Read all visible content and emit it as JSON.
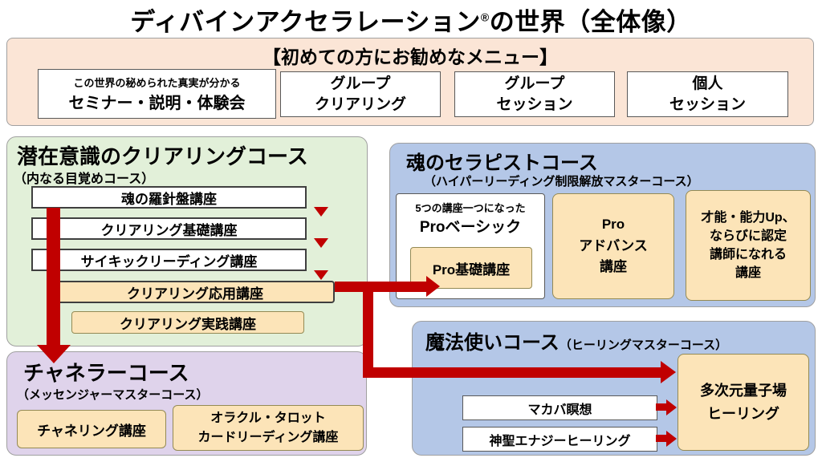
{
  "title_pre": "ディバインアクセラレーション",
  "title_reg": "®",
  "title_post": "の世界（全体像）",
  "menu": {
    "title": "【初めての方にお勧めなメニュー】",
    "items": [
      {
        "note": "この世界の秘められた真実が分かる",
        "label": "セミナー・説明・体験会"
      },
      {
        "label": "グループ\nクリアリング"
      },
      {
        "label": "グループ\nセッション"
      },
      {
        "label": "個人\nセッション"
      }
    ]
  },
  "subconscious_course": {
    "title": "潜在意識のクリアリングコース",
    "subtitle": "（内なる目覚めコース）",
    "steps": [
      "魂の羅針盤講座",
      "クリアリング基礎講座",
      "サイキックリーディング講座"
    ],
    "applied": "クリアリング応用講座",
    "practice": "クリアリング実践講座"
  },
  "therapist_course": {
    "title": "魂のセラピストコース",
    "subtitle": "（ハイパーリーディング制限解放マスターコース）",
    "basic_note": "5つの講座一つになった",
    "basic_title": "Proベーシック",
    "basic_course": "Pro基礎講座",
    "advance_course": "Pro\nアドバンス\n講座",
    "certify_course": "才能・能力Up、\nならびに認定\n講師になれる\n講座"
  },
  "channeler_course": {
    "title": "チャネラーコース",
    "subtitle": "（メッセンジャーマスターコース）",
    "courses": [
      "チャネリング講座",
      "オラクル・タロット\nカードリーディング講座"
    ]
  },
  "wizard_course": {
    "title": "魔法使いコース",
    "subtitle": "（ヒーリングマスターコース）",
    "items": [
      "マカバ瞑想",
      "神聖エナジーヒーリング"
    ],
    "healing": "多次元量子場\nヒーリング"
  },
  "colors": {
    "arrow_red": "#C00000",
    "menu_bg": "#FBE5D6",
    "green_bg": "#E2F0D9",
    "blue_bg": "#B4C7E7",
    "purple_bg": "#DFD3EB",
    "tan_bg": "#FCE4B8"
  }
}
